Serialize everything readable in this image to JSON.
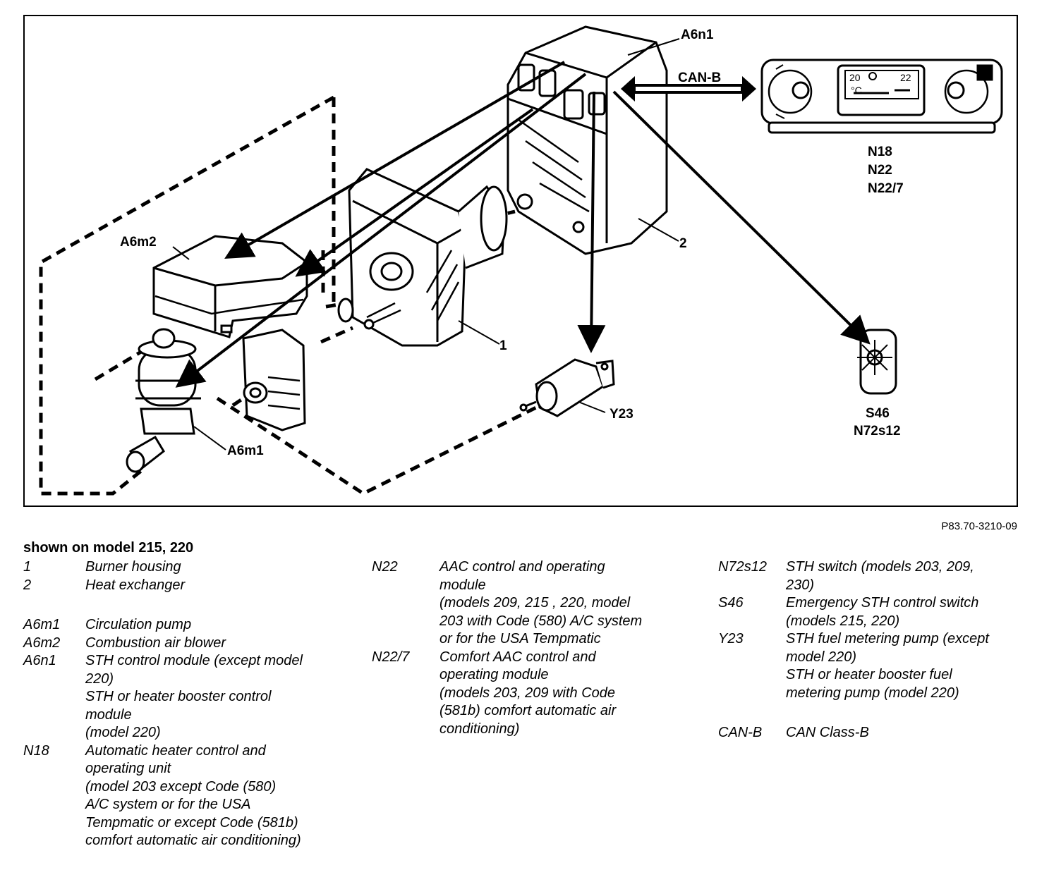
{
  "figure": {
    "labels": {
      "a6n1_top": "A6n1",
      "can_b": "CAN-B",
      "n18_group": [
        "N18",
        "N22",
        "N22/7"
      ],
      "a6m2": "A6m2",
      "part_2": "2",
      "part_1": "1",
      "y23": "Y23",
      "s46_group": [
        "S46",
        "N72s12"
      ],
      "a6m1": "A6m1"
    },
    "panel_display": {
      "left_temp": "20",
      "right_temp": "22",
      "unit": "°C"
    }
  },
  "reference_code": "P83.70-3210-09",
  "legend": {
    "heading": "shown on model 215, 220",
    "columns": [
      [
        {
          "code": "1",
          "desc": "Burner housing"
        },
        {
          "code": "2",
          "desc": "Heat exchanger"
        },
        {
          "gap": true
        },
        {
          "code": "A6m1",
          "desc": "Circulation pump"
        },
        {
          "code": "A6m2",
          "desc": "Combustion air blower"
        },
        {
          "code": "A6n1",
          "desc": "STH control module (except model\n220)\nSTH or heater booster control\nmodule\n(model 220)"
        },
        {
          "code": "N18",
          "desc": "Automatic heater control and\noperating unit\n(model 203 except Code (580)\nA/C system or for the USA\nTempmatic or except Code (581b)\ncomfort automatic air conditioning)"
        }
      ],
      [
        {
          "code": "N22",
          "desc": "AAC control and operating\nmodule\n(models 209, 215 , 220, model\n203 with Code (580) A/C system\nor for the USA Tempmatic"
        },
        {
          "code": "N22/7",
          "desc": "Comfort AAC control and\noperating module\n(models 203, 209 with Code\n(581b) comfort automatic air\nconditioning)"
        }
      ],
      [
        {
          "code": "N72s12",
          "desc": "STH switch (models 203, 209,\n230)"
        },
        {
          "code": "S46",
          "desc": "Emergency STH control switch\n(models 215, 220)"
        },
        {
          "code": "Y23",
          "desc": "STH fuel metering pump (except\nmodel 220)\nSTH or heater booster fuel\nmetering pump (model 220)"
        },
        {
          "gap": true
        },
        {
          "code": "CAN-B",
          "desc": "CAN Class-B"
        }
      ]
    ]
  }
}
